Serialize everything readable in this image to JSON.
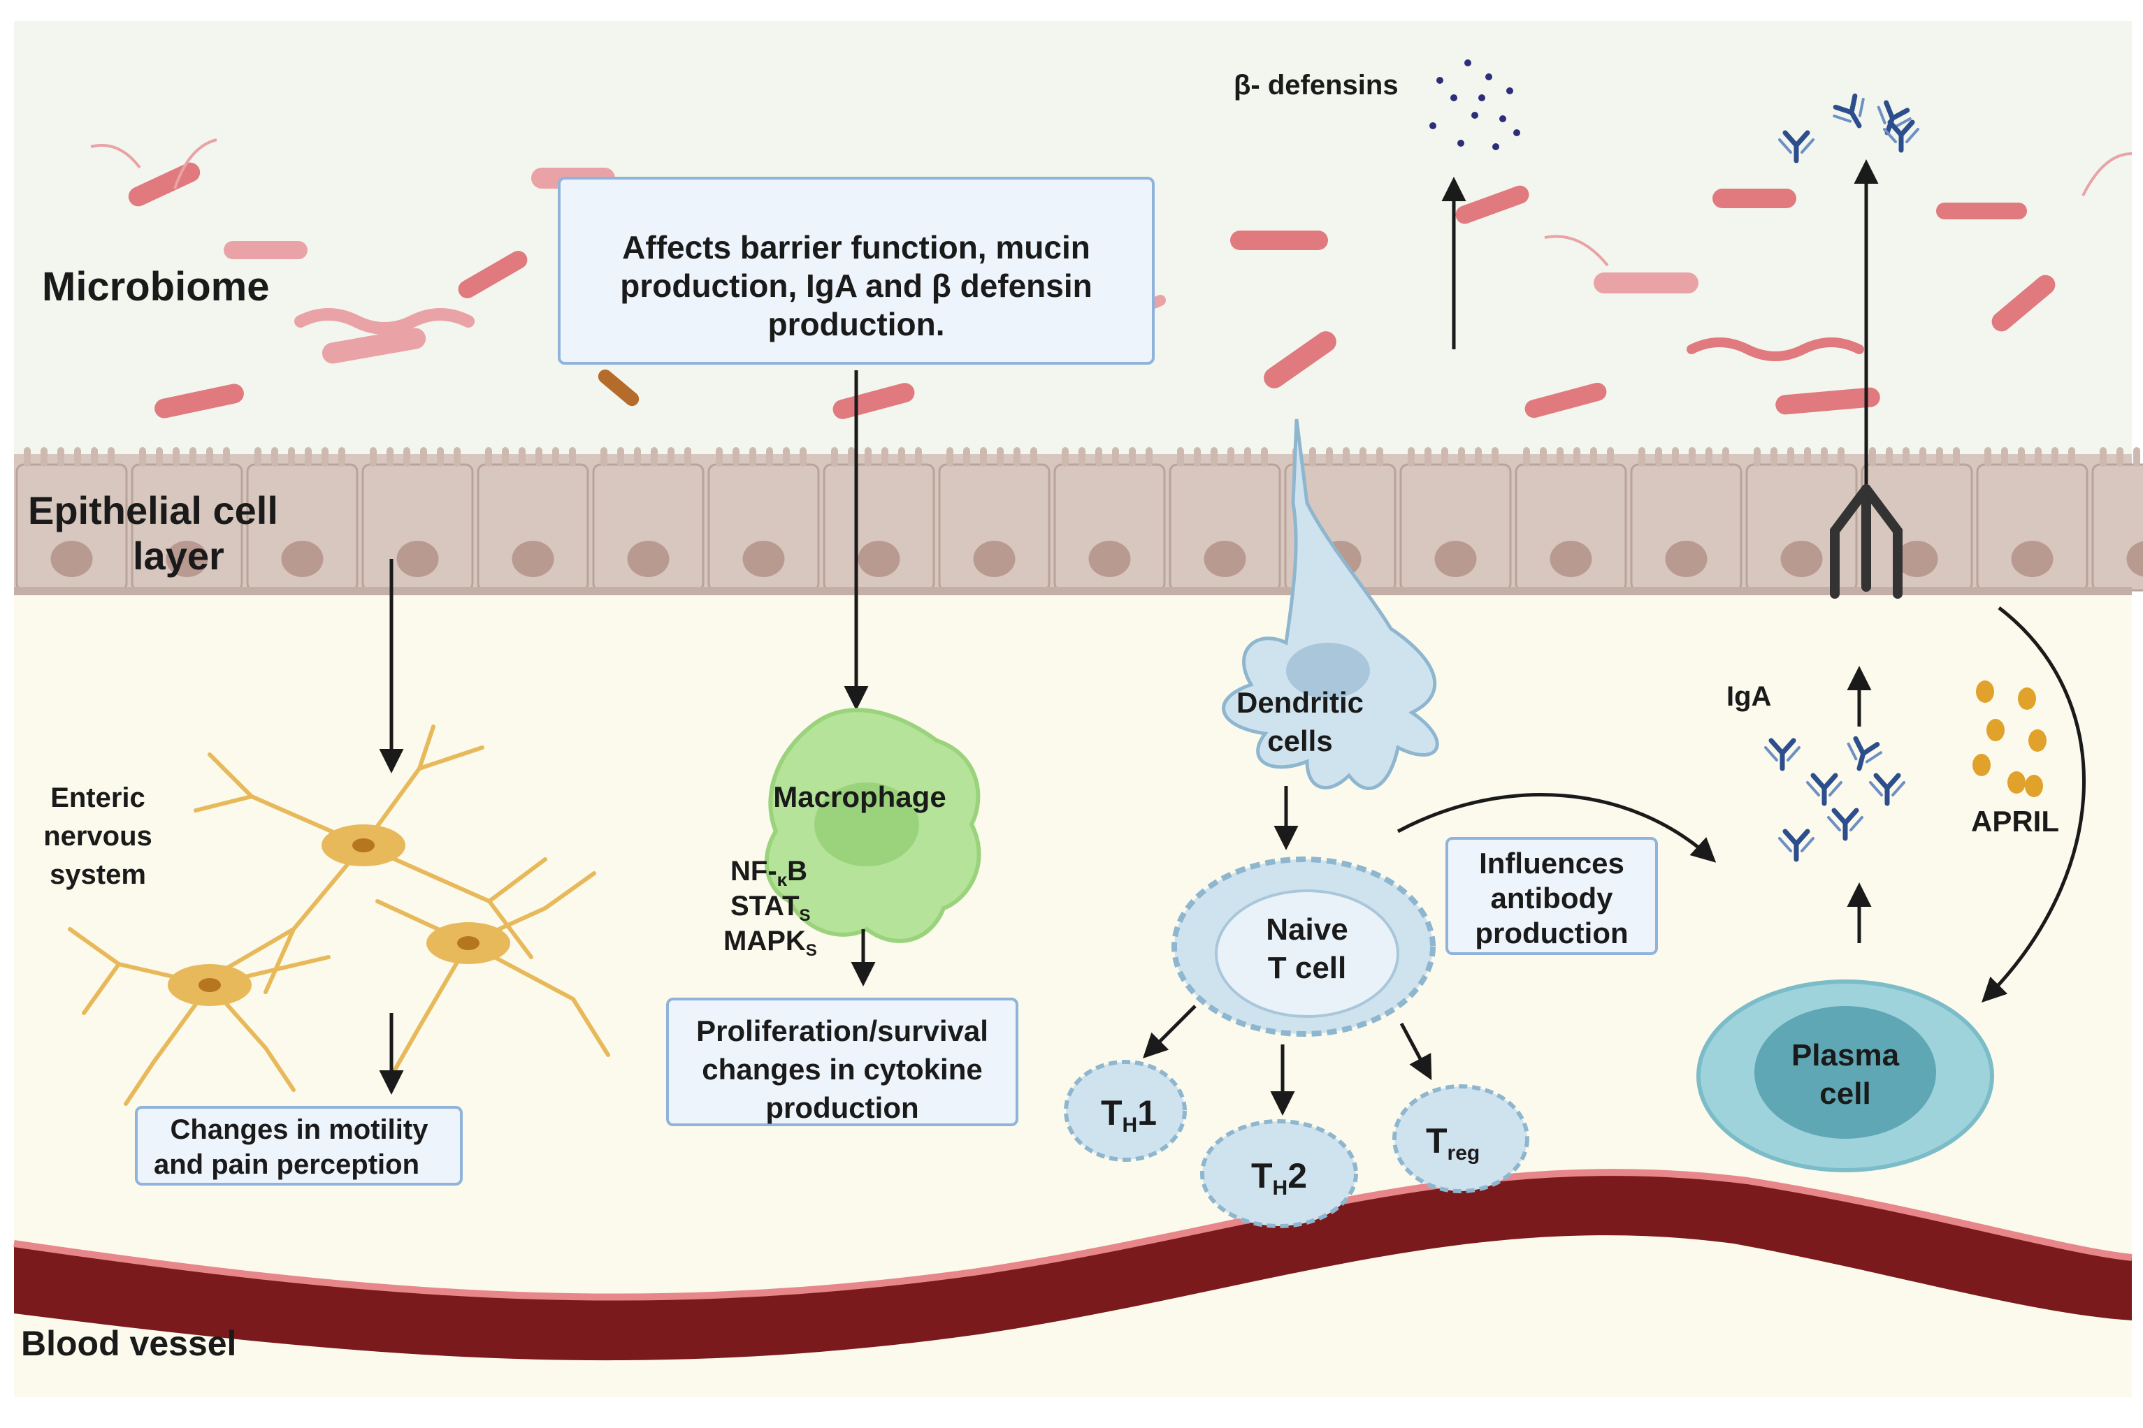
{
  "regions": {
    "microbiome": "Microbiome",
    "epithelial_line1": "Epithelial cell",
    "epithelial_line2": "layer",
    "blood_vessel": "Blood vessel"
  },
  "top_box": {
    "line1": "Affects barrier function, mucin",
    "line2": "production, IgA and  β defensin",
    "line3": "production."
  },
  "defensins_label": "β- defensins",
  "enteric": {
    "line1": "Enteric",
    "line2": "nervous",
    "line3": "system"
  },
  "enteric_box": {
    "line1": "Changes in motility",
    "line2": "and pain perception"
  },
  "macrophage": {
    "label": "Macrophage",
    "nfkb_main": "NF-",
    "nfkb_sub": "κ",
    "nfkb_end": "B",
    "stats_main": "STAT",
    "stats_sub": "S",
    "mapks_main": "MAPK",
    "mapks_sub": "S"
  },
  "macrophage_box": {
    "line1": "Proliferation/survival",
    "line2": "changes in cytokine",
    "line3": "production"
  },
  "dendritic": {
    "line1": "Dendritic",
    "line2": "cells"
  },
  "naive_t": {
    "line1": "Naive",
    "line2": "T cell"
  },
  "th1": {
    "main": "T",
    "sub": "H",
    "end": "1"
  },
  "th2": {
    "main": "T",
    "sub": "H",
    "end": "2"
  },
  "treg": {
    "main": "T",
    "sub": "reg"
  },
  "influence_box": {
    "line1": "Influences",
    "line2": "antibody",
    "line3": "production"
  },
  "iga_label": "IgA",
  "april_label": "APRIL",
  "plasma": {
    "line1": "Plasma",
    "line2": "cell"
  },
  "colors": {
    "microbiome_bg": "#f3f6ee",
    "bacteria": "#e07a7e",
    "epithelium": "#d8c7bf",
    "nucleus": "#b99a91",
    "lamina": "#fbfaec",
    "neuron": "#e7b95a",
    "macrophage": "#b5e39a",
    "tcell": "#cfe3ef",
    "plasma_outer": "#9fd3dc",
    "plasma_inner": "#5fa7b5",
    "vessel": "#7a1a1c",
    "antibody": "#2d4e8c"
  }
}
